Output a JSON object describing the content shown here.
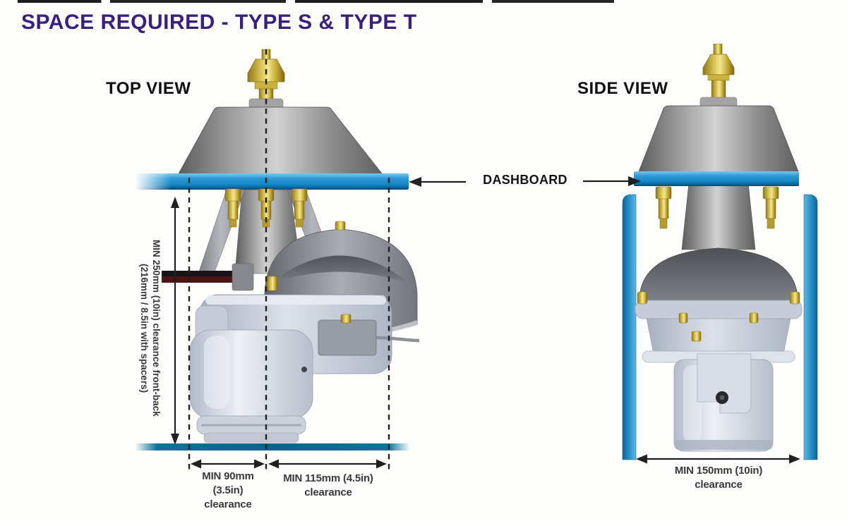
{
  "title": "SPACE REQUIRED - TYPE S & TYPE T",
  "top_view": {
    "label": "TOP VIEW"
  },
  "side_view": {
    "label": "SIDE VIEW"
  },
  "dashboard": {
    "label": "DASHBOARD"
  },
  "dimensions": {
    "front_back": {
      "line1": "MIN 250mm (10in) clearance front-back",
      "line2": "(216mm / 8.5in with spacers)"
    },
    "bottom_left": {
      "line1": "MIN 90mm",
      "line2": "(3.5in)",
      "line3": "clearance"
    },
    "bottom_mid": {
      "line1": "MIN 115mm (4.5in)",
      "line2": "clearance"
    },
    "side_bottom": {
      "line1": "MIN 150mm (10in)",
      "line2": "clearance"
    }
  },
  "colors": {
    "title_purple": "#3a1f80",
    "dashboard_blue": "#1e8fd0",
    "floor_teal": "#0e7396",
    "dimension_line": "#202020",
    "bolt_gold": "#d9c253"
  }
}
